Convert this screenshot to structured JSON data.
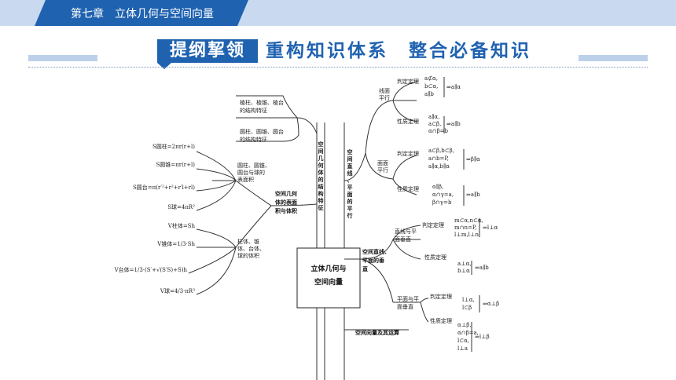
{
  "header": {
    "chapter": "第七章　立体几何与空间向量"
  },
  "title": {
    "badge": "提纲挈领",
    "main": "重构知识体系　整合必备知识"
  },
  "center": {
    "line1": "立体几何与",
    "line2": "空间向量"
  },
  "branches": {
    "structure": {
      "chars": [
        "空",
        "间",
        "几",
        "何",
        "体",
        "的",
        "结",
        "构",
        "特",
        "征"
      ],
      "items": [
        {
          "line1": "棱柱、棱锥、棱台",
          "line2": "的结构特征"
        },
        {
          "line1": "圆柱、圆锥、圆台",
          "line2": "的结构特征"
        }
      ]
    },
    "surface": {
      "lines": [
        "空间几何",
        "体的表面",
        "积与体积"
      ],
      "area_label": [
        "圆柱、圆锥、",
        "圆台与球的",
        "表面积"
      ],
      "volume_label": [
        "柱体、锥",
        "体、台体、",
        "球的体积"
      ],
      "area_formulas": [
        "S圆柱=2πr(r+l)",
        "S圆锥=πr(r+l)",
        "S圆台=π(r′²+r²+r′l+rl)",
        "S球=4πR²"
      ],
      "volume_formulas": [
        "V柱体=Sh",
        "V锥体=1/3·Sh",
        "V台体=1/3·(S′+√(S′S)+S)h",
        "V球=4/3·πR³"
      ]
    },
    "parallel": {
      "chars": [
        "空",
        "间",
        "直",
        "线",
        "、",
        "平",
        "面",
        "的",
        "平",
        "行"
      ],
      "line_plane": {
        "label": [
          "线面",
          "平行"
        ],
        "judge": "判定定理",
        "judge_f": [
          "a⊄α,",
          "b⊂α,",
          "a∥b"
        ],
        "judge_r": "⇒a∥α",
        "prop": "性质定理",
        "prop_f": [
          "a∥α,",
          "a⊂β,",
          "α∩β=b"
        ],
        "prop_r": "⇒a∥b"
      },
      "plane_plane": {
        "label": [
          "面面",
          "平行"
        ],
        "judge": "判定定理",
        "judge_f": [
          "a⊂β,b⊂β,",
          "a∩b=P,",
          "a∥α,b∥α"
        ],
        "judge_r": "⇒β∥α",
        "prop": "性质定理",
        "prop_f": [
          "α∥β,",
          "α∩γ=a,",
          "β∩γ=b"
        ],
        "prop_r": "⇒a∥b"
      }
    },
    "perpendicular": {
      "lines": [
        "空间直线、",
        "平面的垂",
        "直"
      ],
      "line_plane": {
        "label": [
          "直线与平",
          "面垂直"
        ],
        "judge": "判定定理",
        "judge_f": [
          "m⊂α,n⊂α,",
          "m∩n=P,",
          "l⊥m,l⊥n"
        ],
        "judge_r": "⇒l⊥α",
        "prop": "性质定理",
        "prop_f": [
          "a⊥α,",
          "b⊥α"
        ],
        "prop_r": "⇒a∥b"
      },
      "plane_plane": {
        "label": [
          "平面与平",
          "面垂直"
        ],
        "judge": "判定定理",
        "judge_f": [
          "l⊥α,",
          "l⊂β"
        ],
        "judge_r": "⇒α⊥β",
        "prop": "性质定理",
        "prop_f": [
          "α⊥β,",
          "α∩β=a,",
          "l⊂α,",
          "l⊥a"
        ],
        "prop_r": "⇒l⊥β"
      }
    },
    "vector": {
      "label": "空间向量及其运算"
    }
  }
}
